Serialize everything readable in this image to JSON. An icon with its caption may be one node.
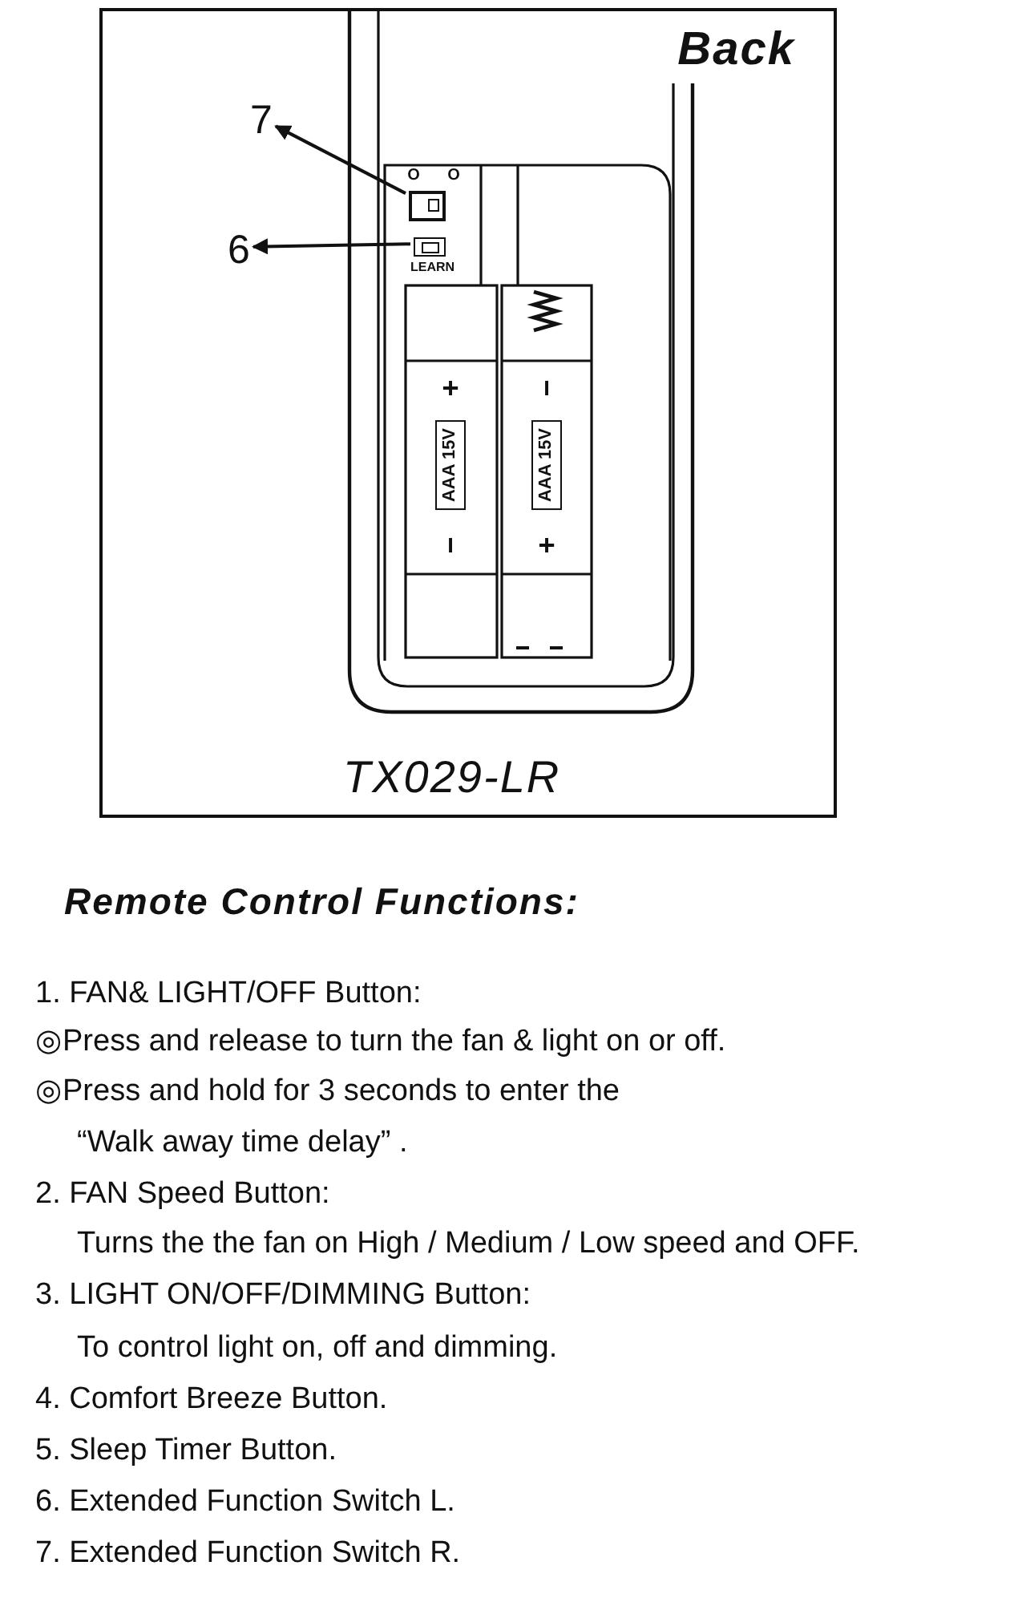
{
  "diagram": {
    "title": "Remote Control Functions:",
    "nodes": [
      {
        "text": [
          "Back",
          "TX029-LR"
        ]
      },
      {
        "text": [
          "7"
        ],
        "in": 0
      },
      {
        "text": [],
        "shape": "box",
        "in": 0
      },
      {
        "text": [
          "6"
        ],
        "in": 0
      },
      {
        "text": [
          "LEARN"
        ],
        "in": 0
      }
    ],
    "edges": [
      {
        "from": 2,
        "to": 1,
        "arrow": "to"
      },
      {
        "from": 4,
        "to": 3,
        "arrow": "to"
      }
    ],
    "labels": [
      "O",
      "O",
      "+",
      "AAA 15V",
      "−",
      "−",
      "AAA 15V",
      "+",
      "1. FAN& LIGHT/OFF Button:",
      "◎Press and release to turn the fan & light on or off.",
      "◎Press and hold for 3 seconds to enter the",
      "“Walk away time delay” .",
      "2. FAN Speed Button:",
      "Turns the the fan on High / Medium / Low speed and OFF.",
      "3. LIGHT ON/OFF/DIMMING Button:",
      "To control light on, off and dimming.",
      "4. Comfort Breeze Button.",
      "5. Sleep Timer Button.",
      "6. Extended Function Switch L.",
      "7. Extended Function Switch R."
    ]
  }
}
